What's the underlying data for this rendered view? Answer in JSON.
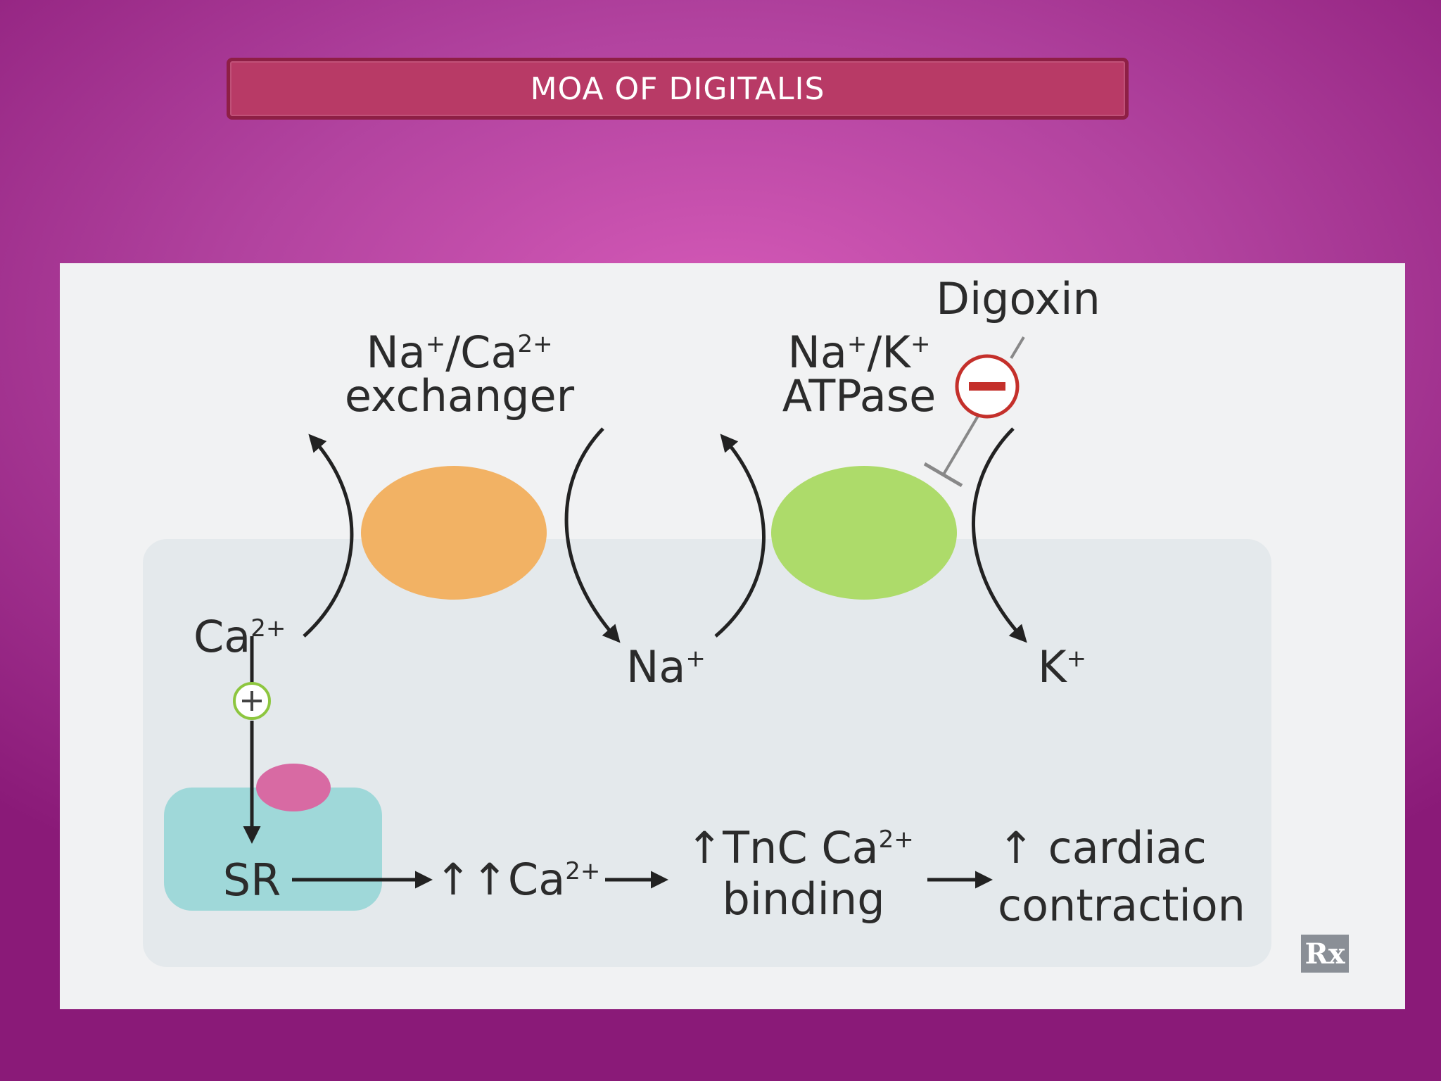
{
  "slide": {
    "title": "MOA OF DIGITALIS"
  },
  "diagram": {
    "drug": "Digoxin",
    "exchanger": {
      "ion1": "Na",
      "ion1_charge": "+",
      "separator": "/",
      "ion2": "Ca",
      "ion2_charge": "2+",
      "name": "exchanger"
    },
    "pump": {
      "ion1": "Na",
      "ion1_charge": "+",
      "separator": "/",
      "ion2": "K",
      "ion2_charge": "+",
      "name": "ATPase"
    },
    "calcium_left": {
      "ion": "Ca",
      "charge": "2+"
    },
    "sodium_inside": {
      "ion": "Na",
      "charge": "+"
    },
    "potassium_inside": {
      "ion": "K",
      "charge": "+"
    },
    "sr_label": "SR",
    "step_calcium": {
      "prefix": "↑↑",
      "ion": "Ca",
      "charge": "2+"
    },
    "step_tnc": {
      "line1_prefix": "↑TnC Ca",
      "line1_charge": "2+",
      "line2": "binding"
    },
    "step_contraction": {
      "line1": "↑ cardiac",
      "line2": "contraction"
    },
    "inhibit_symbol": "−",
    "stimulate_symbol": "+",
    "corner_logo": "Rx",
    "colors": {
      "exchanger": "#f2b264",
      "pump": "#addb6a",
      "cell": "#e4e9ec",
      "sr": "#9fd8d9",
      "sr_channel": "#d86aa3",
      "inhibit": "#c4302b",
      "stimulate": "#8dc63f"
    }
  }
}
